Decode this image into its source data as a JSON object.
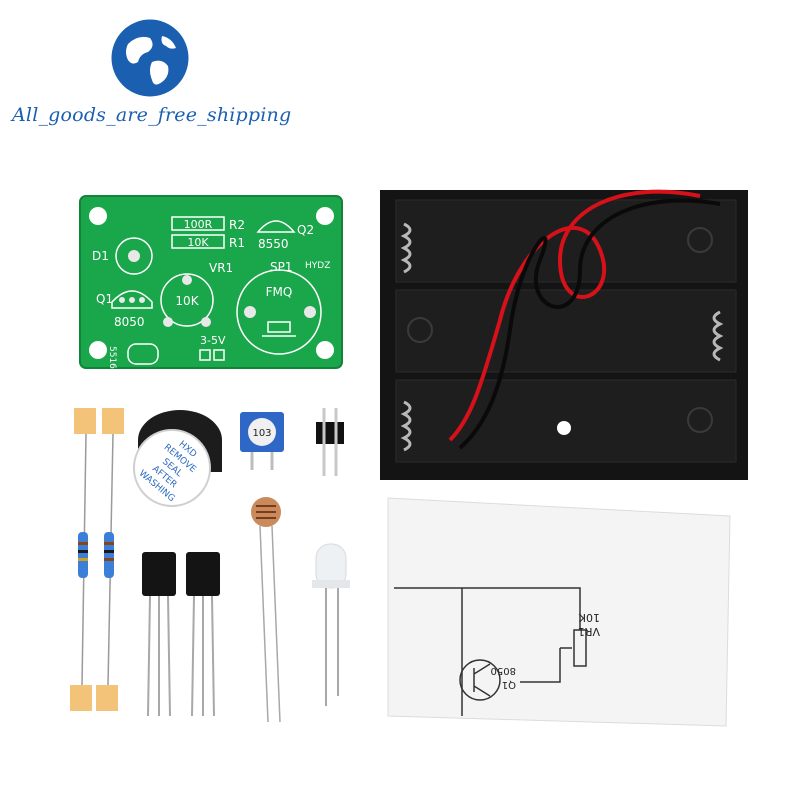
{
  "watermark": {
    "text": "All_goods_are_free_shipping",
    "logo_icon": "globe-logo-icon",
    "color": "#1b5fb0"
  },
  "pcb": {
    "board_color": "#1aa64a",
    "labels": {
      "r2_value": "100R",
      "r2": "R2",
      "r1_value": "10K",
      "r1": "R1",
      "q2_part": "8550",
      "q2": "Q2",
      "d1": "D1",
      "vr1": "VR1",
      "sp1": "SP1",
      "brand": "HYDZ",
      "q1": "Q1",
      "q1_part": "8050",
      "vr1_value": "10K",
      "sp1_part": "FMQ",
      "ldr_part": "5516",
      "voltage": "3-5V"
    }
  },
  "buzzer": {
    "sticker_lines": [
      "HXD",
      "REMOVE",
      "SEAL",
      "AFTER",
      "WASHING"
    ]
  },
  "trimmer": {
    "marking": "103"
  },
  "schematic": {
    "vr_label": "VR1",
    "vr_value": "10K",
    "q_part": "8050",
    "q_label": "Q1"
  }
}
